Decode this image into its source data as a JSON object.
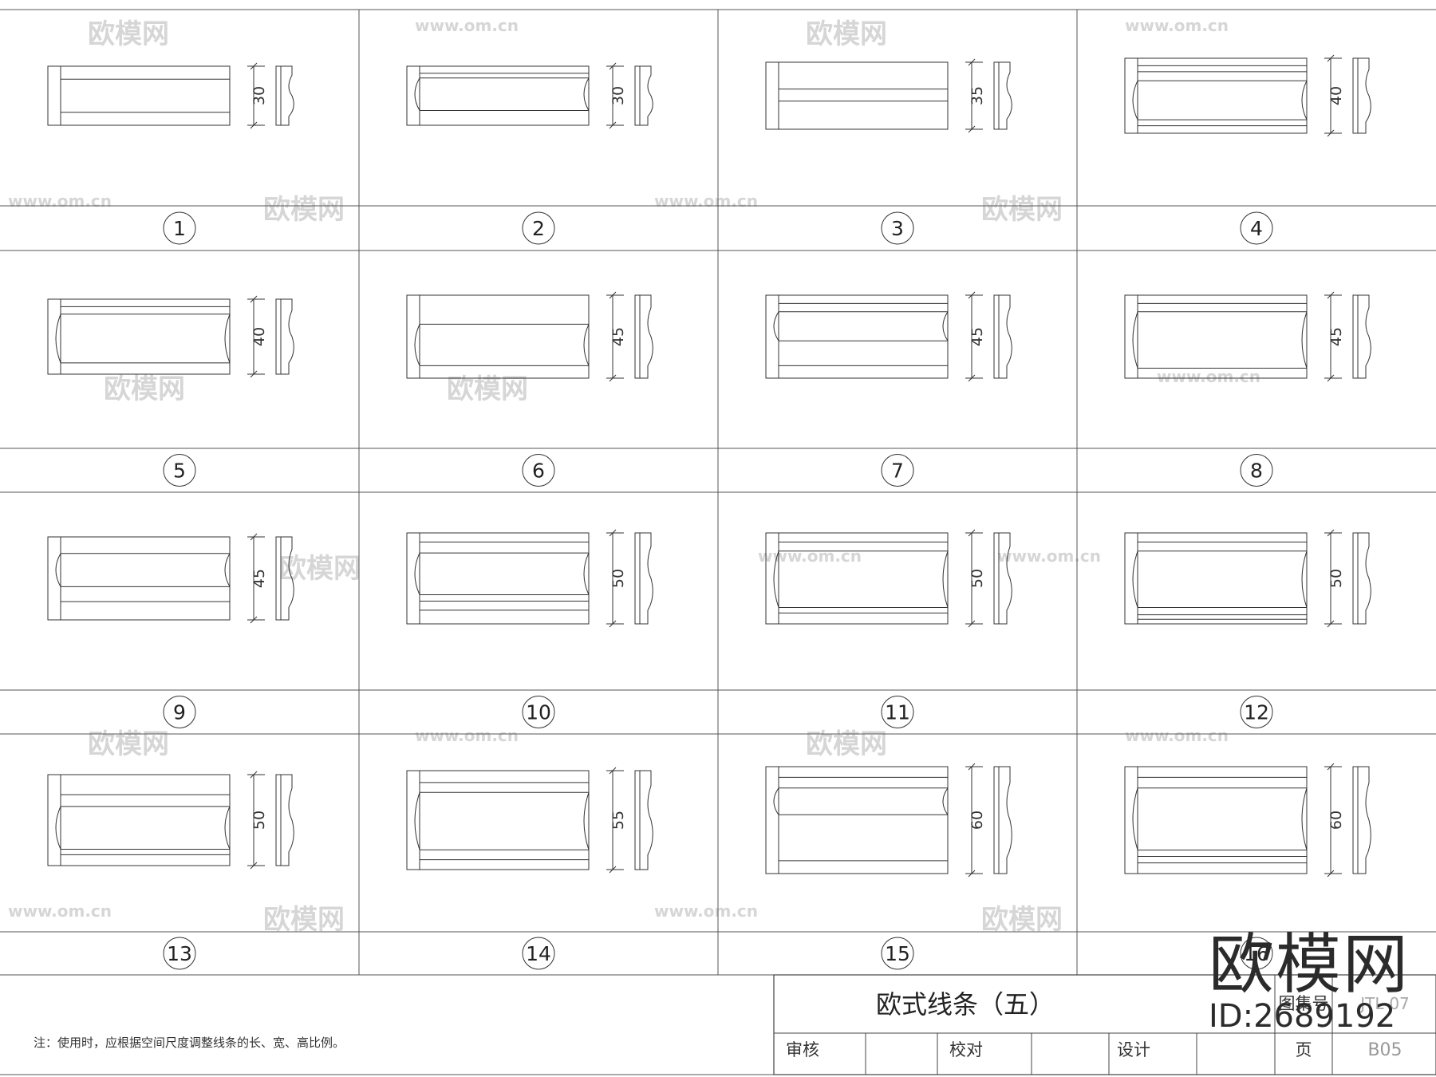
{
  "profiles": [
    {
      "label": "1",
      "size": "30"
    },
    {
      "label": "2",
      "size": "30"
    },
    {
      "label": "3",
      "size": "35"
    },
    {
      "label": "4",
      "size": "40"
    },
    {
      "label": "5",
      "size": "40"
    },
    {
      "label": "6",
      "size": "45"
    },
    {
      "label": "7",
      "size": "45"
    },
    {
      "label": "8",
      "size": "45"
    },
    {
      "label": "9",
      "size": "45"
    },
    {
      "label": "10",
      "size": "50"
    },
    {
      "label": "11",
      "size": "50"
    },
    {
      "label": "12",
      "size": "50"
    },
    {
      "label": "13",
      "size": "50"
    },
    {
      "label": "14",
      "size": "55"
    },
    {
      "label": "15",
      "size": "60"
    },
    {
      "label": "16",
      "size": "60"
    }
  ],
  "title_block": {
    "title": "欧式线条（五）",
    "atlas_label": "图集号",
    "atlas_value": "JTL-07",
    "review_label": "审核",
    "check_label": "校对",
    "design_label": "设计",
    "page_label": "页",
    "page_value": "B05"
  },
  "note": "注：使用时，应根据空间尺度调整线条的长、宽、高比例。",
  "watermark": {
    "brand": "欧模网",
    "url": "www.om.cn",
    "id": "ID:2689192"
  }
}
